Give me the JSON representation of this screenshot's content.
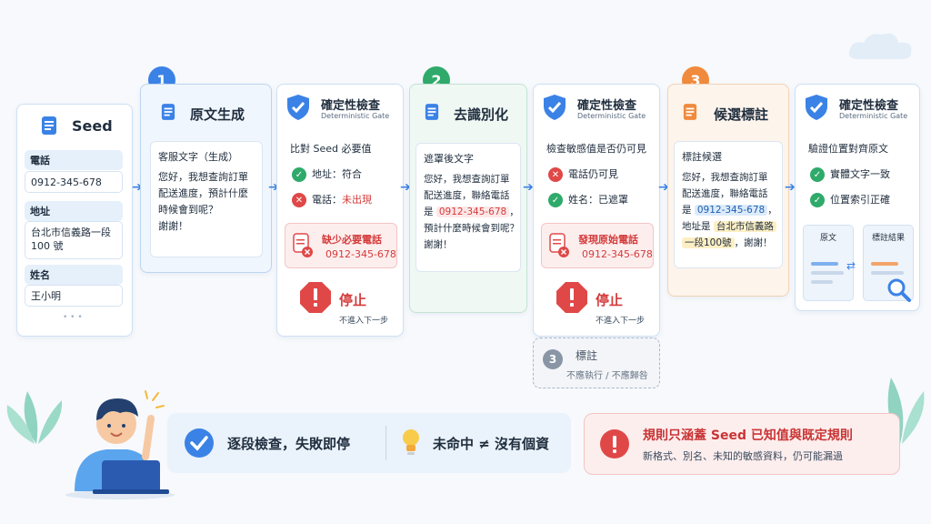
{
  "seed": {
    "title": "Seed",
    "fields": [
      {
        "label": "電話",
        "value": "0912-345-678"
      },
      {
        "label": "地址",
        "value_line1": "台北市信義路一段",
        "value_line2": "100 號"
      },
      {
        "label": "姓名",
        "value": "王小明"
      }
    ],
    "more": "• • •"
  },
  "step1": {
    "number": "1",
    "title": "原文生成",
    "box_label": "客服文字（生成）",
    "text_lines": [
      "您好，我想查詢訂單",
      "配送進度，預計什麼",
      "時候會到呢？",
      "謝謝！"
    ]
  },
  "gate1": {
    "title": "確定性檢查",
    "subtitle": "Deterministic Gate",
    "box_label": "比對 Seed 必要值",
    "checks": [
      {
        "status": "ok",
        "text": "地址：符合"
      },
      {
        "status": "fail",
        "text": "電話：",
        "highlight": "未出現"
      }
    ],
    "alert_title": "缺少必要電話",
    "alert_value": "0912-345-678",
    "stop_label": "停止",
    "stop_note": "不進入下一步"
  },
  "step2": {
    "number": "2",
    "title": "去識別化",
    "box_label": "遮罩後文字",
    "line1": "您好，我想查詢訂單",
    "line2": "配送進度，聯絡電話",
    "line3_pre": "是",
    "line3_hl": "0912-345-678",
    "line3_post": "，",
    "line4": "預計什麼時候會到呢？",
    "line5": "謝謝！"
  },
  "gate2": {
    "title": "確定性檢查",
    "subtitle": "Deterministic Gate",
    "box_label": "檢查敏感值是否仍可見",
    "checks": [
      {
        "status": "fail",
        "text": "電話仍可見"
      },
      {
        "status": "ok",
        "text": "姓名：已遮罩"
      }
    ],
    "alert_title": "發現原始電話",
    "alert_value": "0912-345-678",
    "stop_label": "停止",
    "stop_note": "不進入下一步"
  },
  "skipped": {
    "number": "3",
    "title": "標註",
    "note": "不應執行 / 不應歸咎"
  },
  "step3": {
    "number": "3",
    "title": "候選標註",
    "box_label": "標註候選",
    "line1": "您好，我想查詢訂單",
    "line2": "配送進度，聯絡電話",
    "line3_pre": "是",
    "line3_hl": "0912-345-678",
    "line3_post": "，",
    "line4_pre": "地址是",
    "line4_hl": "台北市信義路",
    "line5_hl": "一段100號",
    "line5_post": "，謝謝！"
  },
  "gate3": {
    "title": "確定性檢查",
    "subtitle": "Deterministic Gate",
    "box_label": "驗證位置對齊原文",
    "checks": [
      {
        "status": "ok",
        "text": "實體文字一致"
      },
      {
        "status": "ok",
        "text": "位置索引正確"
      }
    ],
    "doc_left": "原文",
    "doc_right": "標註結果"
  },
  "footer": {
    "item1": "逐段檢查，失敗即停",
    "item2": "未命中 ≠ 沒有個資",
    "warning_title": "規則只涵蓋 Seed 已知值與既定規則",
    "warning_sub": "新格式、別名、未知的敏感資料，仍可能漏過"
  },
  "colors": {
    "accent_blue": "#3b82e6",
    "green": "#2faa6a",
    "orange": "#f08a3c",
    "red": "#e04848"
  }
}
